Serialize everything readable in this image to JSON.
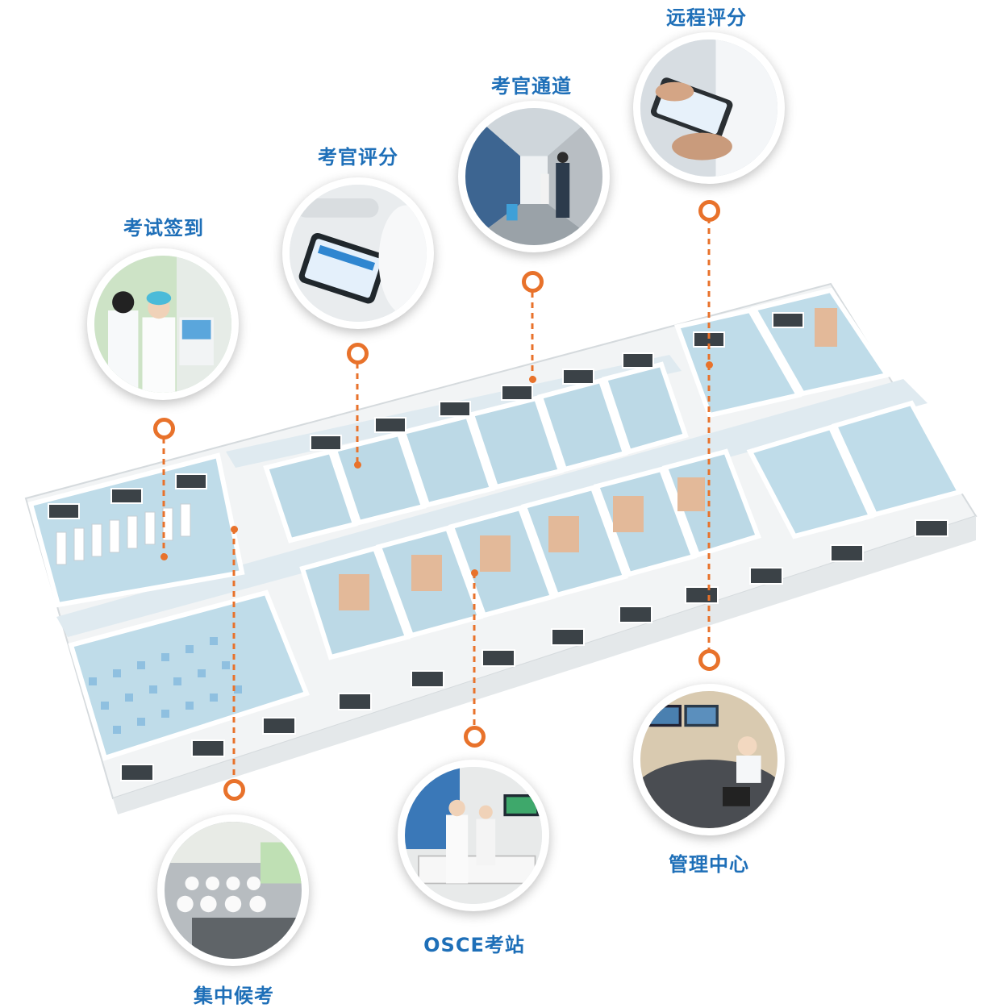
{
  "areas": {
    "remote_scoring": "远程评分",
    "examiner_corridor": "考官通道",
    "examiner_scoring": "考官评分",
    "exam_checkin": "考试签到",
    "management_center": "管理中心",
    "osce_station": "OSCE考站",
    "waiting_area": "集中候考"
  },
  "colors": {
    "label_blue": "#1e6fb8",
    "marker_orange": "#e8722b",
    "floor_blue": "#b9d8e6",
    "wall_white": "#f7f8f9"
  }
}
